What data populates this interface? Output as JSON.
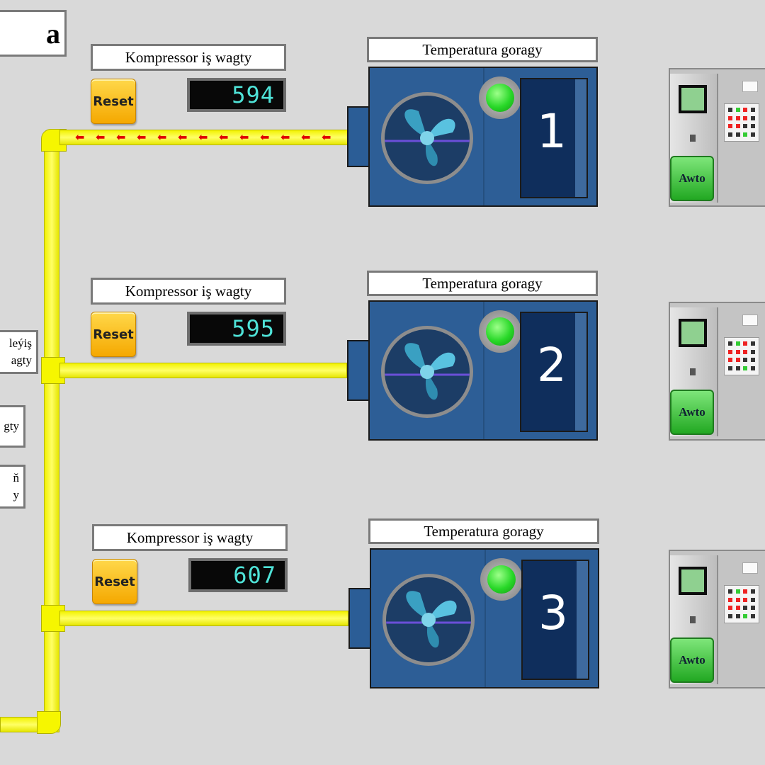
{
  "header": {
    "title_fragment": "a"
  },
  "side_labels": [
    {
      "lines": [
        "leýiş",
        "agty"
      ]
    },
    {
      "lines": [
        "gty"
      ]
    },
    {
      "lines": [
        "ň",
        "y"
      ]
    }
  ],
  "compressors": [
    {
      "runtime_label": "Kompressor iş wagty",
      "reset_label": "Reset",
      "runtime_value": "594",
      "zone_label": "Temperatura goragy",
      "unit_number": "1",
      "mode_label": "Awto",
      "flow_active": true
    },
    {
      "runtime_label": "Kompressor iş wagty",
      "reset_label": "Reset",
      "runtime_value": "595",
      "zone_label": "Temperatura goragy",
      "unit_number": "2",
      "mode_label": "Awto",
      "flow_active": false
    },
    {
      "runtime_label": "Kompressor iş wagty",
      "reset_label": "Reset",
      "runtime_value": "607",
      "zone_label": "Temperatura goragy",
      "unit_number": "3",
      "mode_label": "Awto",
      "flow_active": false
    }
  ],
  "colors": {
    "pipe": "#f6f600",
    "flow_arrow": "#e00000",
    "lamp_on": "#28d828",
    "unit_body": "#2d5e96",
    "counter_digits": "#4fe3d8",
    "reset_button": "#f5b800",
    "awto_button": "#22a822"
  },
  "icons": {
    "fan": "fan-icon",
    "lamp": "status-lamp-icon",
    "flow": "arrow-left-icon"
  }
}
